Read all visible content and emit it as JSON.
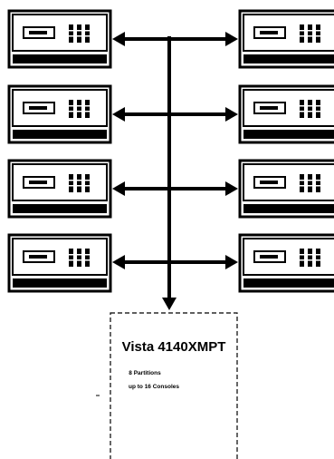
{
  "diagram": {
    "keypads_left_count": 4,
    "keypads_right_count": 4,
    "connection": "bus-line-with-arrows",
    "panel": {
      "title": "Vista 4140XMPT",
      "line1": "8 Partitions",
      "line2": "up to 16 Consoles"
    }
  }
}
